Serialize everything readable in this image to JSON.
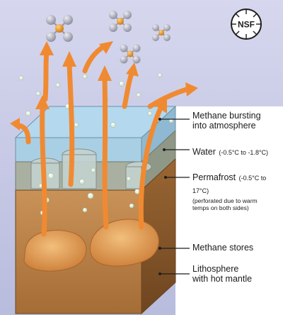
{
  "logo": {
    "text": "NSF"
  },
  "labels": {
    "methane_bursting": [
      "Methane bursting",
      "into atmosphere"
    ],
    "water": {
      "name": "Water",
      "range": "(-0.5°C to -1.8°C)"
    },
    "permafrost": {
      "name": "Permafrost",
      "range": "(-0.5°C to 17°C)",
      "note": [
        "(perforated due to warm",
        "temps on  both sides)"
      ]
    },
    "methane_stores": "Methane stores",
    "lithosphere": [
      "Lithosphere",
      "with hot mantle"
    ]
  },
  "colors": {
    "background_sky": "#c9cce6",
    "water": "#aed3ea",
    "permafrost": "#a8b0a6",
    "sediment": "#bf8a4e",
    "sediment_dark": "#8e5a2a",
    "methane_store": "#e4a25c",
    "arrow": "#f08a32",
    "molecule_center": "#e89b2b",
    "molecule_atom": "#b5b7c3"
  }
}
